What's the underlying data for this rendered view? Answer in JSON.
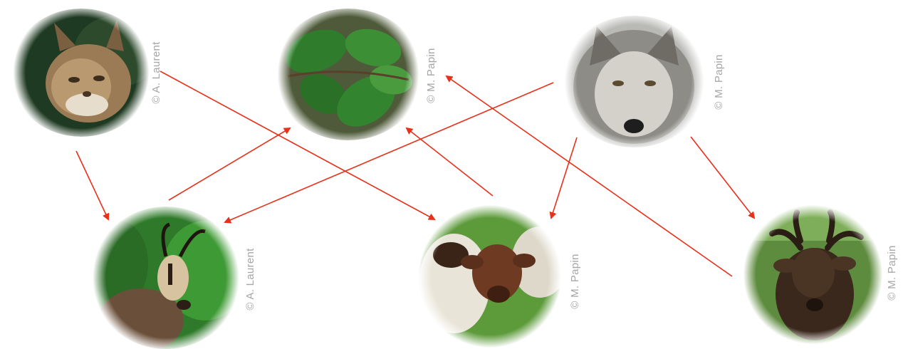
{
  "nodes": [
    {
      "id": "lynx",
      "icon": "lynx-photo",
      "credit": "© A. Laurent"
    },
    {
      "id": "plant",
      "icon": "leaves-photo",
      "credit": "© M. Papin"
    },
    {
      "id": "wolf",
      "icon": "wolf-photo",
      "credit": "© M. Papin"
    },
    {
      "id": "chamois",
      "icon": "chamois-photo",
      "credit": "© A. Laurent"
    },
    {
      "id": "sheep",
      "icon": "sheep-photo",
      "credit": "© M. Papin"
    },
    {
      "id": "deer",
      "icon": "deer-photo",
      "credit": "© M. Papin"
    }
  ],
  "edges": [
    {
      "from": "lynx",
      "to": "chamois"
    },
    {
      "from": "lynx",
      "to": "sheep"
    },
    {
      "from": "chamois",
      "to": "plant"
    },
    {
      "from": "wolf",
      "to": "chamois"
    },
    {
      "from": "wolf",
      "to": "sheep"
    },
    {
      "from": "wolf",
      "to": "deer"
    },
    {
      "from": "sheep",
      "to": "plant"
    },
    {
      "from": "deer",
      "to": "plant"
    }
  ],
  "colors": {
    "arrow": "#e8301a",
    "credit": "#a6a6a6"
  }
}
